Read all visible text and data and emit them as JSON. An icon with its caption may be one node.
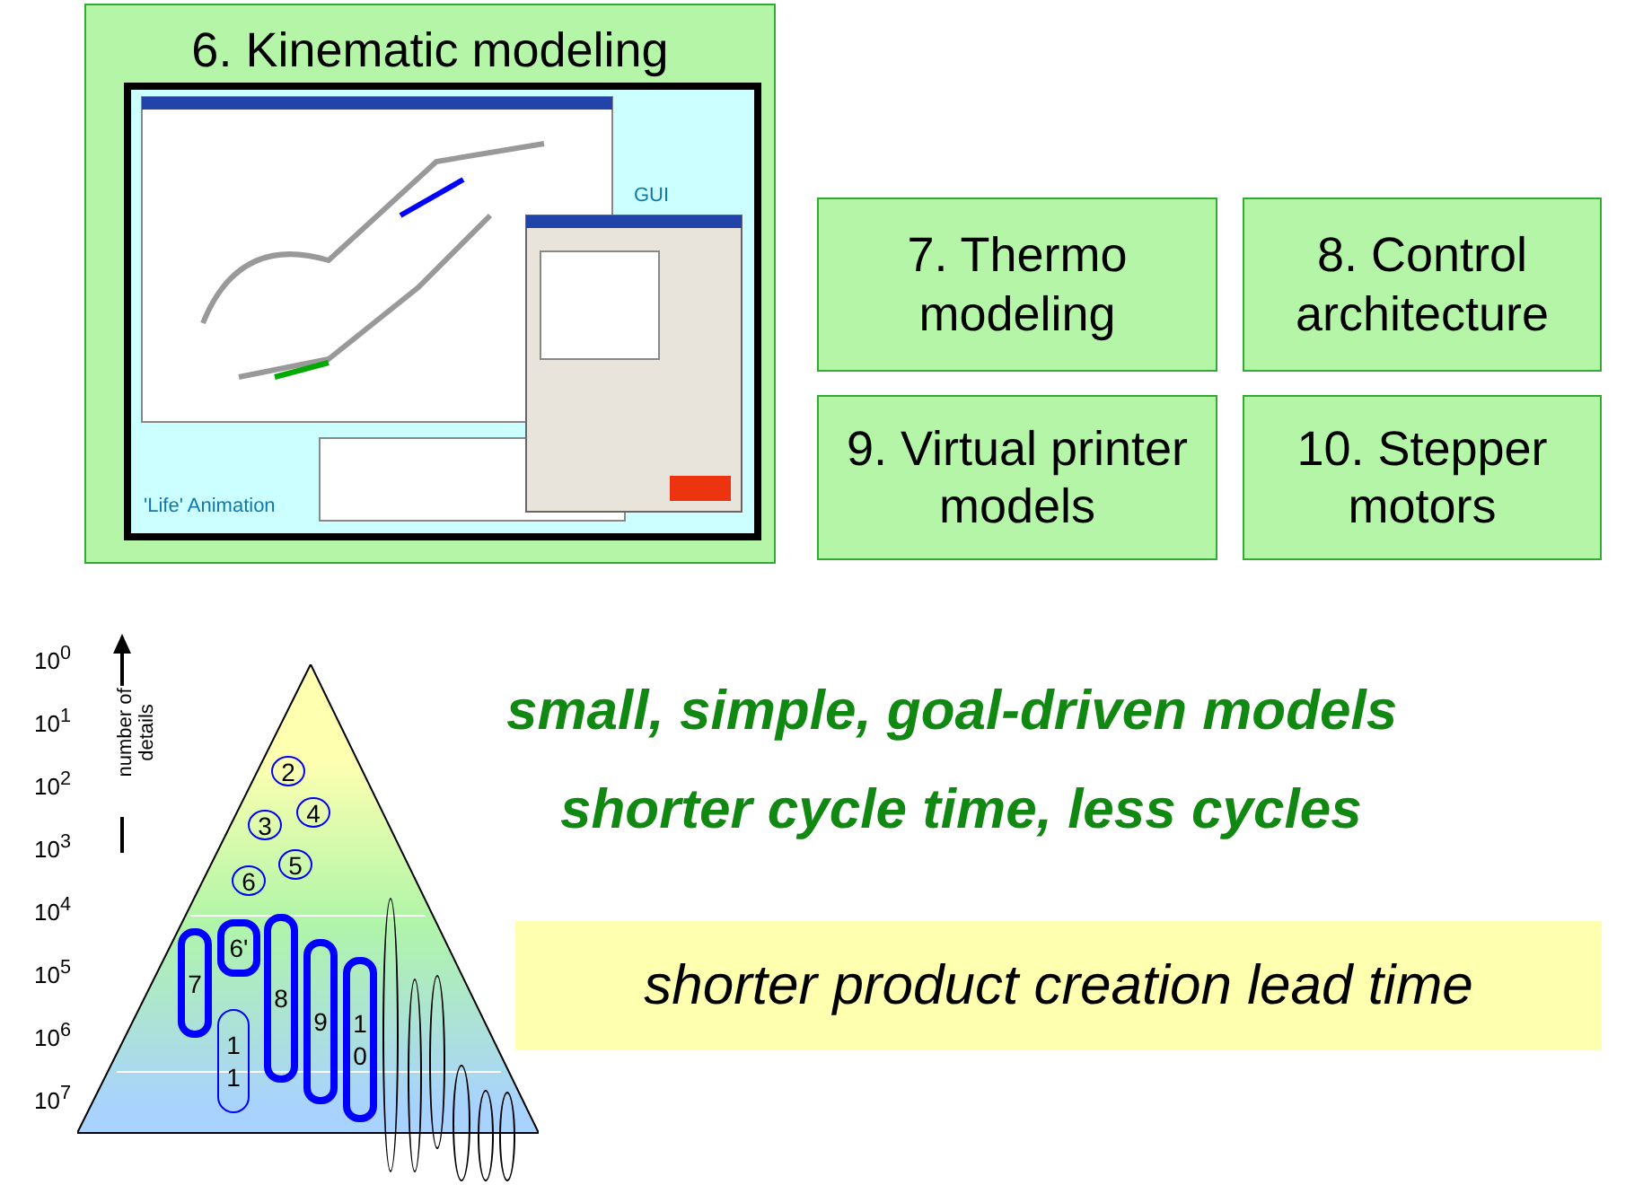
{
  "diagram": {
    "nodes": [
      {
        "text": [
          "6. Kinematic modeling"
        ]
      },
      {
        "text": [],
        "shape": "picture",
        "in": 0
      },
      {
        "text": [
          "7. Thermo modeling"
        ]
      },
      {
        "text": [
          "8. Control architecture"
        ]
      },
      {
        "text": [
          "9. Virtual printer models"
        ]
      },
      {
        "text": [
          "10. Stepper motors"
        ]
      },
      {
        "text": [],
        "shape": "triangle"
      },
      {
        "text": [
          "2"
        ],
        "in": 6
      },
      {
        "text": [
          "4"
        ],
        "in": 6
      },
      {
        "text": [
          "3"
        ],
        "in": 6
      },
      {
        "text": [
          "5"
        ],
        "in": 6
      },
      {
        "text": [
          "6"
        ],
        "in": 6
      },
      {
        "text": [
          "6'"
        ],
        "in": 6
      },
      {
        "text": [
          "7"
        ],
        "in": 6
      },
      {
        "text": [
          "8"
        ],
        "in": 6
      },
      {
        "text": [
          "11"
        ],
        "in": 6
      },
      {
        "text": [
          "9"
        ],
        "in": 6
      },
      {
        "text": [
          "10"
        ],
        "in": 6
      },
      {
        "text": [],
        "shape": "ellipse"
      },
      {
        "text": [],
        "shape": "ellipse"
      },
      {
        "text": [],
        "shape": "ellipse"
      },
      {
        "text": [],
        "shape": "ellipse"
      },
      {
        "text": [],
        "shape": "ellipse"
      },
      {
        "text": [],
        "shape": "ellipse"
      },
      {
        "text": [
          "shorter product creation lead time"
        ]
      }
    ],
    "labels": [
      "GUI",
      "'Life' Animation",
      "10$^{0}$",
      "10$^{1}$",
      "10$^{2}$",
      "10$^{3}$",
      "10$^{4}$",
      "10$^{5}$",
      "10$^{6}$",
      "10$^{7}$",
      "number of details",
      "small, simple, goal-driven models",
      "shorter cycle time, less cycles"
    ]
  }
}
